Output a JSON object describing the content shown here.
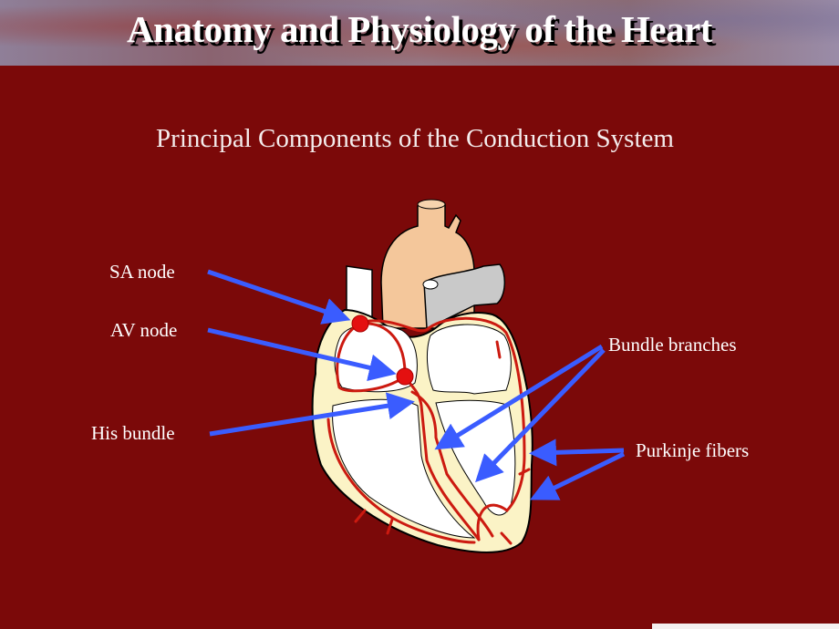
{
  "title": "Anatomy and Physiology of the Heart",
  "subtitle": "Principal Components of the Conduction System",
  "labels": {
    "sa_node": "SA node",
    "av_node": "AV node",
    "his_bundle": "His bundle",
    "bundle_branches": "Bundle branches",
    "purkinje_fibers": "Purkinje fibers"
  },
  "colors": {
    "background": "#7b0909",
    "arrow": "#3a5cff",
    "conduction": "#cc1a10",
    "tissue": "#fbf3c6"
  }
}
